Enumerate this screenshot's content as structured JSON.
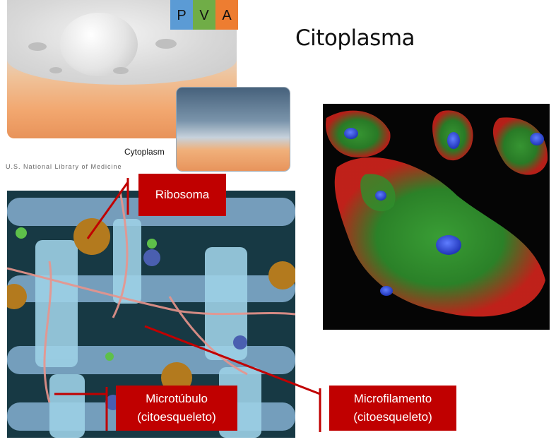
{
  "title": "Citoplasma",
  "pva": [
    {
      "letter": "P",
      "color": "#5b9bd5"
    },
    {
      "letter": "V",
      "color": "#70ad47"
    },
    {
      "letter": "A",
      "color": "#ed7d31"
    }
  ],
  "cell_illustration": {
    "caption": "Cytoplasm",
    "credit": "U.S. National Library of Medicine"
  },
  "labels": {
    "ribosoma": "Ribosoma",
    "microtubulo_line1": "Microtúbulo",
    "microtubulo_line2": "(citoesqueleto)",
    "microfilamento_line1": "Microfilamento",
    "microfilamento_line2": "(citoesqueleto)"
  },
  "colors": {
    "label_box": "#c00000",
    "leader_line": "#c00000"
  }
}
